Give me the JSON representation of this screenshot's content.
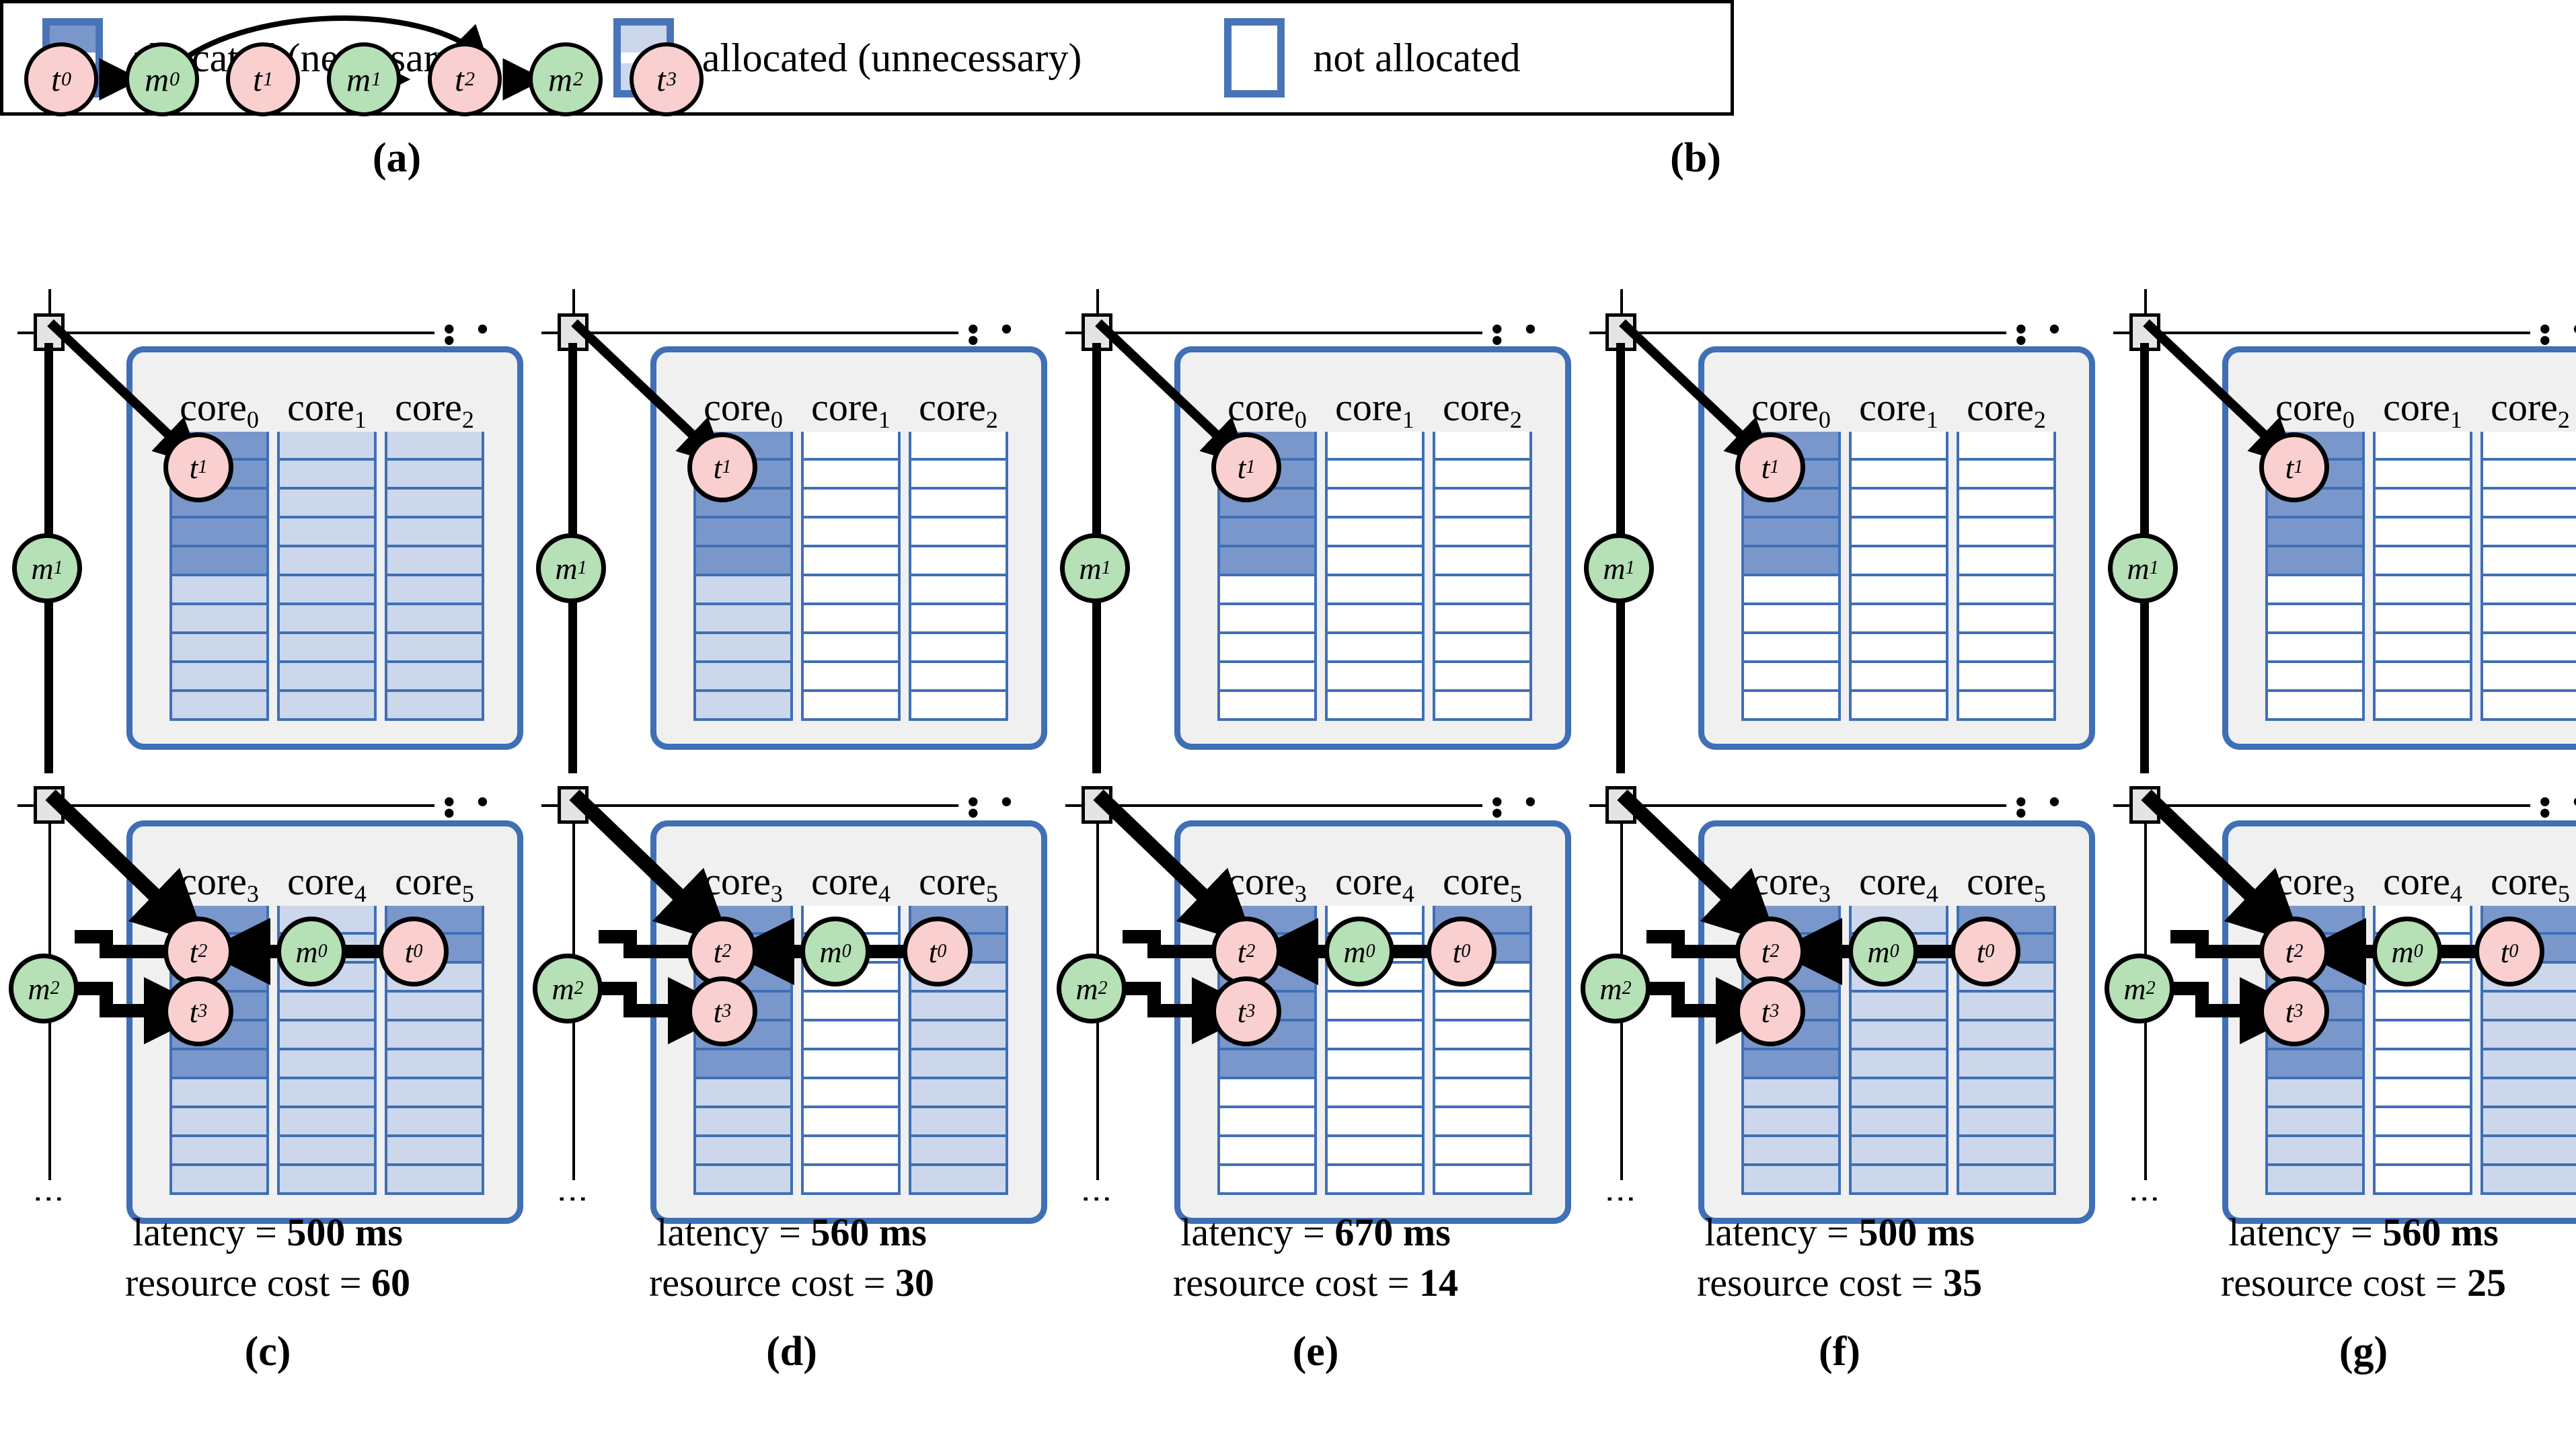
{
  "figure": {
    "panel_letters": {
      "a": "(a)",
      "b": "(b)",
      "c": "(c)",
      "d": "(d)",
      "e": "(e)",
      "f": "(f)",
      "g": "(g)"
    }
  },
  "task_graph": {
    "nodes": [
      {
        "id": "t0",
        "base": "t",
        "sub": "0",
        "kind": "task"
      },
      {
        "id": "m0",
        "base": "m",
        "sub": "0",
        "kind": "message"
      },
      {
        "id": "t1",
        "base": "t",
        "sub": "1",
        "kind": "task"
      },
      {
        "id": "m1",
        "base": "m",
        "sub": "1",
        "kind": "message"
      },
      {
        "id": "t2",
        "base": "t",
        "sub": "2",
        "kind": "task"
      },
      {
        "id": "m2",
        "base": "m",
        "sub": "2",
        "kind": "message"
      },
      {
        "id": "t3",
        "base": "t",
        "sub": "3",
        "kind": "task"
      }
    ],
    "edges": [
      {
        "from": "t0",
        "to": "m0",
        "style": "straight"
      },
      {
        "from": "m0",
        "to": "t2",
        "style": "curved"
      },
      {
        "from": "t1",
        "to": "m1",
        "style": "straight"
      },
      {
        "from": "m1",
        "to": "t2",
        "style": "straight"
      },
      {
        "from": "t2",
        "to": "m2",
        "style": "straight"
      },
      {
        "from": "m2",
        "to": "t3",
        "style": "straight"
      }
    ]
  },
  "legend": {
    "items": [
      {
        "label": "allocated (necessary)",
        "fill": "#7a97cb",
        "border": "#4a74b8",
        "key": "necessary"
      },
      {
        "label": "allocated (unnecessary)",
        "fill": "#ccd7ec",
        "border": "#4a74b8",
        "key": "unnecessary"
      },
      {
        "label": "not allocated",
        "fill": "#ffffff",
        "border": "#4a74b8",
        "key": "free"
      }
    ]
  },
  "colors": {
    "necessary": "#7a97cb",
    "unnecessary": "#ccd7ec",
    "not_allocated": "#ffffff",
    "slot_border": "#3f6fb5",
    "chip_border": "#3f6fb5",
    "chip_bg": "#f0f0f0",
    "task_node": "#f9cfcf",
    "message_node": "#b6e0b6"
  },
  "common": {
    "slots_per_core": 10,
    "bus_ellipsis": "• • •",
    "vertical_ellipsis": "⋮",
    "core_labels_top": [
      {
        "base": "core",
        "sub": "0"
      },
      {
        "base": "core",
        "sub": "1"
      },
      {
        "base": "core",
        "sub": "2"
      }
    ],
    "core_labels_bottom": [
      {
        "base": "core",
        "sub": "3"
      },
      {
        "base": "core",
        "sub": "4"
      },
      {
        "base": "core",
        "sub": "5"
      }
    ],
    "latency_prefix": "latency = ",
    "cost_prefix": "resource cost = "
  },
  "scenarios": [
    {
      "letter": "(c)",
      "latency": "500 ms",
      "resource_cost": "60",
      "latency_label": "latency = 500 ms",
      "cost_label": "resource cost = 60",
      "top_cores": [
        {
          "name": "core0",
          "necessary": 5,
          "unnecessary": 5,
          "free": 0
        },
        {
          "name": "core1",
          "necessary": 0,
          "unnecessary": 10,
          "free": 0
        },
        {
          "name": "core2",
          "necessary": 0,
          "unnecessary": 10,
          "free": 0
        }
      ],
      "bottom_cores": [
        {
          "name": "core3",
          "necessary": 6,
          "unnecessary": 4,
          "free": 0
        },
        {
          "name": "core4",
          "necessary": 0,
          "unnecessary": 10,
          "free": 0
        },
        {
          "name": "core5",
          "necessary": 2,
          "unnecessary": 8,
          "free": 0
        }
      ]
    },
    {
      "letter": "(d)",
      "latency": "560 ms",
      "resource_cost": "30",
      "latency_label": "latency = 560 ms",
      "cost_label": "resource cost = 30",
      "top_cores": [
        {
          "name": "core0",
          "necessary": 5,
          "unnecessary": 5,
          "free": 0
        },
        {
          "name": "core1",
          "necessary": 0,
          "unnecessary": 0,
          "free": 10
        },
        {
          "name": "core2",
          "necessary": 0,
          "unnecessary": 0,
          "free": 10
        }
      ],
      "bottom_cores": [
        {
          "name": "core3",
          "necessary": 6,
          "unnecessary": 4,
          "free": 0
        },
        {
          "name": "core4",
          "necessary": 0,
          "unnecessary": 0,
          "free": 10
        },
        {
          "name": "core5",
          "necessary": 2,
          "unnecessary": 8,
          "free": 0
        }
      ]
    },
    {
      "letter": "(e)",
      "latency": "670 ms",
      "resource_cost": "14",
      "latency_label": "latency = 670 ms",
      "cost_label": "resource cost = 14",
      "top_cores": [
        {
          "name": "core0",
          "necessary": 5,
          "unnecessary": 0,
          "free": 5
        },
        {
          "name": "core1",
          "necessary": 0,
          "unnecessary": 0,
          "free": 10
        },
        {
          "name": "core2",
          "necessary": 0,
          "unnecessary": 0,
          "free": 10
        }
      ],
      "bottom_cores": [
        {
          "name": "core3",
          "necessary": 6,
          "unnecessary": 0,
          "free": 4
        },
        {
          "name": "core4",
          "necessary": 0,
          "unnecessary": 0,
          "free": 10
        },
        {
          "name": "core5",
          "necessary": 2,
          "unnecessary": 0,
          "free": 8
        }
      ]
    },
    {
      "letter": "(f)",
      "latency": "500 ms",
      "resource_cost": "35",
      "latency_label": "latency = 500 ms",
      "cost_label": "resource cost = 35",
      "top_cores": [
        {
          "name": "core0",
          "necessary": 5,
          "unnecessary": 0,
          "free": 5
        },
        {
          "name": "core1",
          "necessary": 0,
          "unnecessary": 0,
          "free": 10
        },
        {
          "name": "core2",
          "necessary": 0,
          "unnecessary": 0,
          "free": 10
        }
      ],
      "bottom_cores": [
        {
          "name": "core3",
          "necessary": 6,
          "unnecessary": 4,
          "free": 0
        },
        {
          "name": "core4",
          "necessary": 0,
          "unnecessary": 10,
          "free": 0
        },
        {
          "name": "core5",
          "necessary": 2,
          "unnecessary": 8,
          "free": 0
        }
      ]
    },
    {
      "letter": "(g)",
      "latency": "560 ms",
      "resource_cost": "25",
      "latency_label": "latency = 560 ms",
      "cost_label": "resource cost = 25",
      "top_cores": [
        {
          "name": "core0",
          "necessary": 5,
          "unnecessary": 0,
          "free": 5
        },
        {
          "name": "core1",
          "necessary": 0,
          "unnecessary": 0,
          "free": 10
        },
        {
          "name": "core2",
          "necessary": 0,
          "unnecessary": 0,
          "free": 10
        }
      ],
      "bottom_cores": [
        {
          "name": "core3",
          "necessary": 6,
          "unnecessary": 4,
          "free": 0
        },
        {
          "name": "core4",
          "necessary": 0,
          "unnecessary": 0,
          "free": 10
        },
        {
          "name": "core5",
          "necessary": 2,
          "unnecessary": 8,
          "free": 0
        }
      ]
    }
  ],
  "placed_nodes": {
    "top": [
      {
        "id": "t1",
        "base": "t",
        "sub": "1",
        "kind": "task",
        "core": "core0"
      },
      {
        "id": "m1",
        "base": "m",
        "sub": "1",
        "kind": "message",
        "core": "bus"
      }
    ],
    "bottom": [
      {
        "id": "t2",
        "base": "t",
        "sub": "2",
        "kind": "task",
        "core": "core3"
      },
      {
        "id": "t3",
        "base": "t",
        "sub": "3",
        "kind": "task",
        "core": "core3"
      },
      {
        "id": "m0",
        "base": "m",
        "sub": "0",
        "kind": "message",
        "core": "core4"
      },
      {
        "id": "t0",
        "base": "t",
        "sub": "0",
        "kind": "task",
        "core": "core5"
      },
      {
        "id": "m2",
        "base": "m",
        "sub": "2",
        "kind": "message",
        "core": "bus"
      }
    ]
  }
}
